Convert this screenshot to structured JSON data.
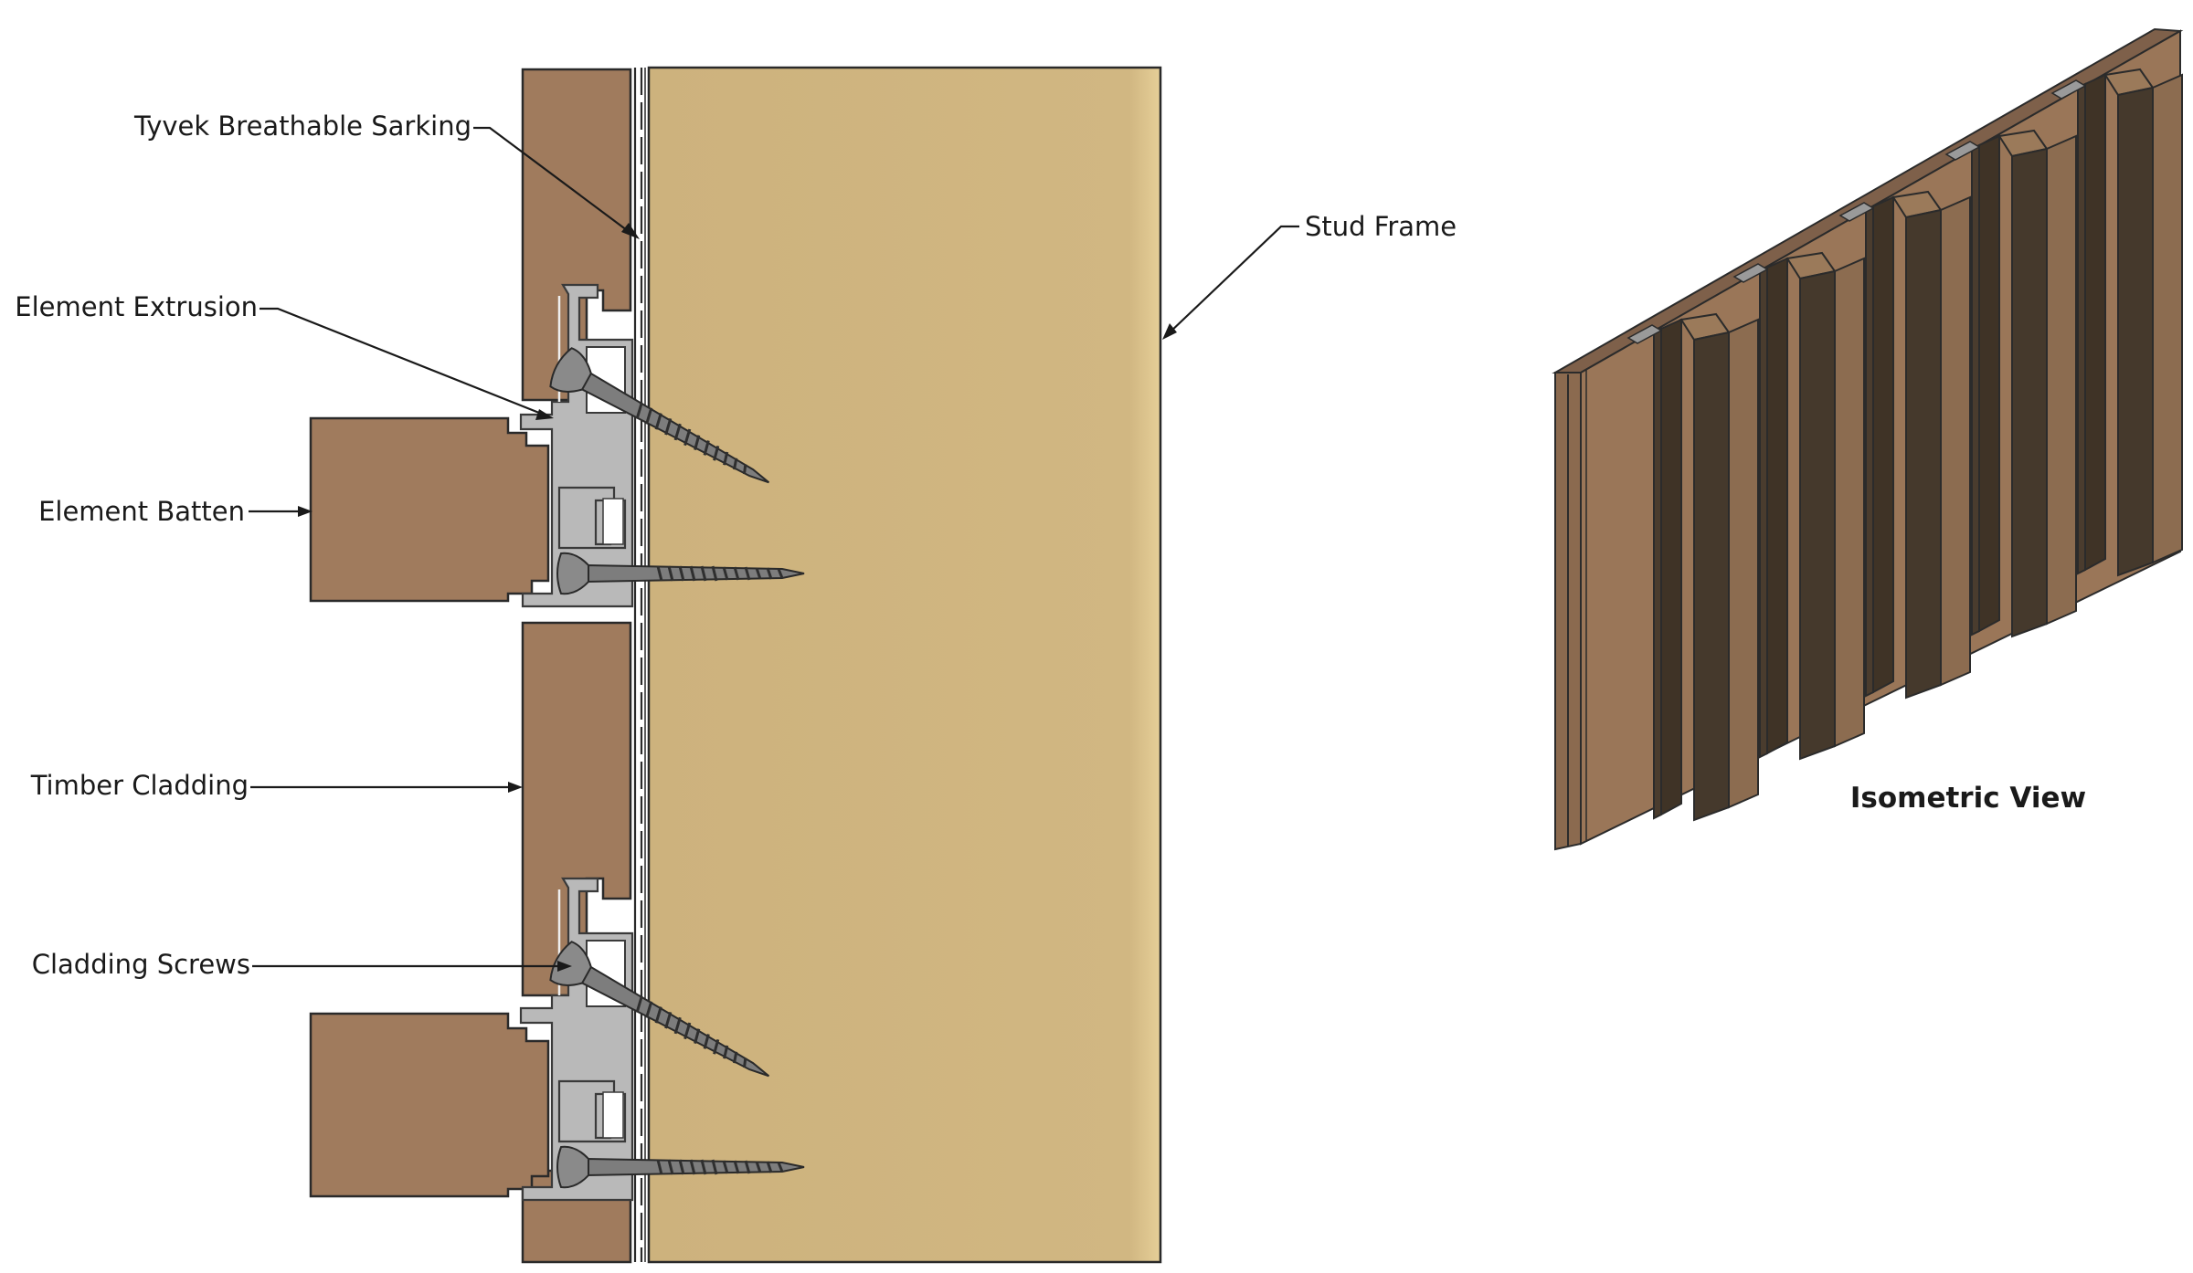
{
  "labels": {
    "tyvek": "Tyvek Breathable Sarking",
    "extrusion": "Element Extrusion",
    "batten": "Element Batten",
    "cladding": "Timber Cladding",
    "screws": "Cladding Screws",
    "stud": "Stud Frame"
  },
  "isometric_title": "Isometric View",
  "colors": {
    "timber": "#a07b5d",
    "stud_frame": "#cfb47f",
    "aluminium": "#b9b9b9",
    "screw": "#7d7d7d",
    "iso_front": "#8a6a4e",
    "iso_shadow": "#45392c"
  }
}
